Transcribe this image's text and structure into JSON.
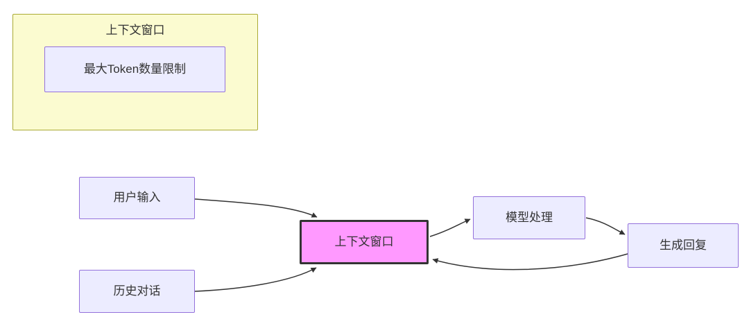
{
  "diagram": {
    "subgraph": {
      "title": "上下文窗口",
      "node_max_token": "最大Token数量限制"
    },
    "nodes": {
      "user_input": "用户输入",
      "history": "历史对话",
      "context_window": "上下文窗口",
      "model_processing": "模型处理",
      "generate_reply": "生成回复"
    },
    "edges": [
      {
        "from": "用户输入",
        "to": "上下文窗口"
      },
      {
        "from": "历史对话",
        "to": "上下文窗口"
      },
      {
        "from": "上下文窗口",
        "to": "模型处理"
      },
      {
        "from": "模型处理",
        "to": "生成回复"
      },
      {
        "from": "生成回复",
        "to": "上下文窗口"
      }
    ],
    "colors": {
      "subgraph_fill": "#fbfbd0",
      "subgraph_border": "#aaaa33",
      "node_fill": "#ececff",
      "node_border": "#9370db",
      "highlight_fill": "#ff99ff",
      "highlight_border": "#333333",
      "edge_color": "#333333",
      "background": "#ffffff"
    }
  }
}
